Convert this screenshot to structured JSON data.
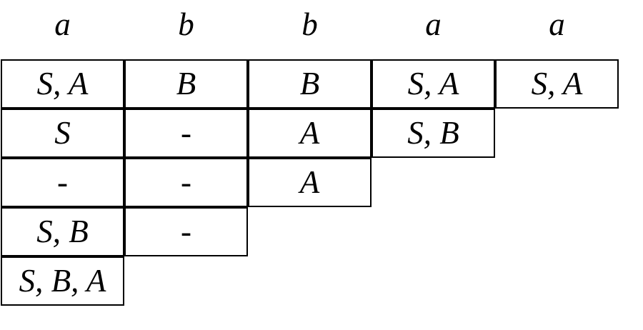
{
  "colors": {
    "background": "#ffffff",
    "border": "#000000",
    "text": "#000000"
  },
  "header": {
    "symbols": [
      "a",
      "b",
      "b",
      "a",
      "a"
    ]
  },
  "table": {
    "rows": [
      {
        "cells": [
          "S, A",
          "B",
          "B",
          "S, A",
          "S, A"
        ]
      },
      {
        "cells": [
          "S",
          "-",
          "A",
          "S, B"
        ]
      },
      {
        "cells": [
          "-",
          "-",
          "A"
        ]
      },
      {
        "cells": [
          "S, B",
          "-"
        ]
      },
      {
        "cells": [
          "S, B, A"
        ]
      }
    ]
  }
}
